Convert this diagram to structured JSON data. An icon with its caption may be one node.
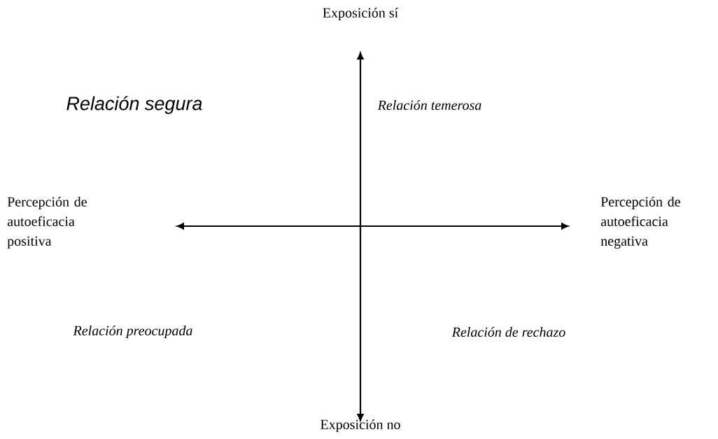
{
  "diagram": {
    "labels": [
      "Exposición sí",
      "Relación segura",
      "Relación temerosa",
      "Percepción de autoeficacia positiva",
      "Percepción de autoeficacia negativa",
      "Relación preocupada",
      "Relación de rechazo",
      "Exposición no"
    ]
  }
}
